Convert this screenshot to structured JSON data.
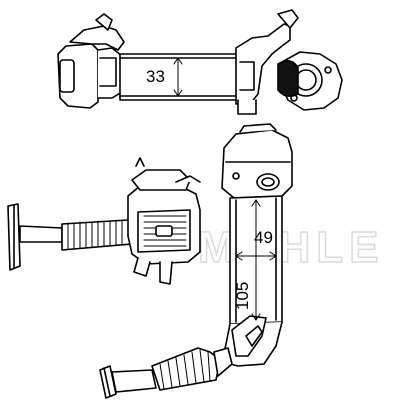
{
  "dimensions": {
    "top_cooler_height": "33",
    "vertical_cooler_width": "49",
    "vertical_cooler_length": "105"
  },
  "watermark": {
    "text": "MAHLE"
  },
  "colors": {
    "line": "#000000",
    "fill": "#ffffff",
    "watermark": "#d9d9d9"
  }
}
